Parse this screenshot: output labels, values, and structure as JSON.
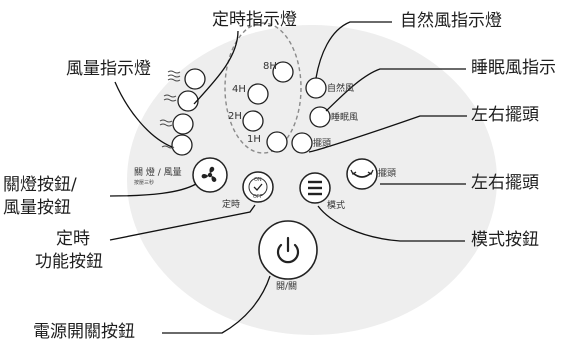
{
  "callouts": {
    "timer_indicator": "定時指示燈",
    "natural_wind_indicator": "自然風指示燈",
    "speed_indicator": "風量指示燈",
    "sleep_wind_indicator": "睡眠風指示",
    "swing_indicator": "左右擺頭",
    "swing_button": "左右擺頭",
    "off_speed_button_line1": "關燈按鈕/",
    "off_speed_button_line2": "風量按鈕",
    "timer_button_line1": "定時",
    "timer_button_line2": "功能按鈕",
    "mode_button": "模式按鈕",
    "power_button": "電源開關按鈕"
  },
  "panel": {
    "timer_leds": [
      "8H",
      "4H",
      "2H",
      "1H"
    ],
    "natural_label": "自然風",
    "sleep_label": "睡眠風",
    "swing_led_label": "擺頭",
    "off_speed_label": "關 燈 / 風量",
    "off_speed_sublabel": "按壓三秒",
    "timer_btn_label": "定時",
    "timer_btn_on": "ON",
    "timer_btn_off": "OFF",
    "mode_btn_label": "模式",
    "swing_btn_label": "擺頭",
    "power_btn_label": "開/關"
  },
  "colors": {
    "panel_fill": "#eeeeee",
    "line": "#111111",
    "dashed": "#888888"
  }
}
